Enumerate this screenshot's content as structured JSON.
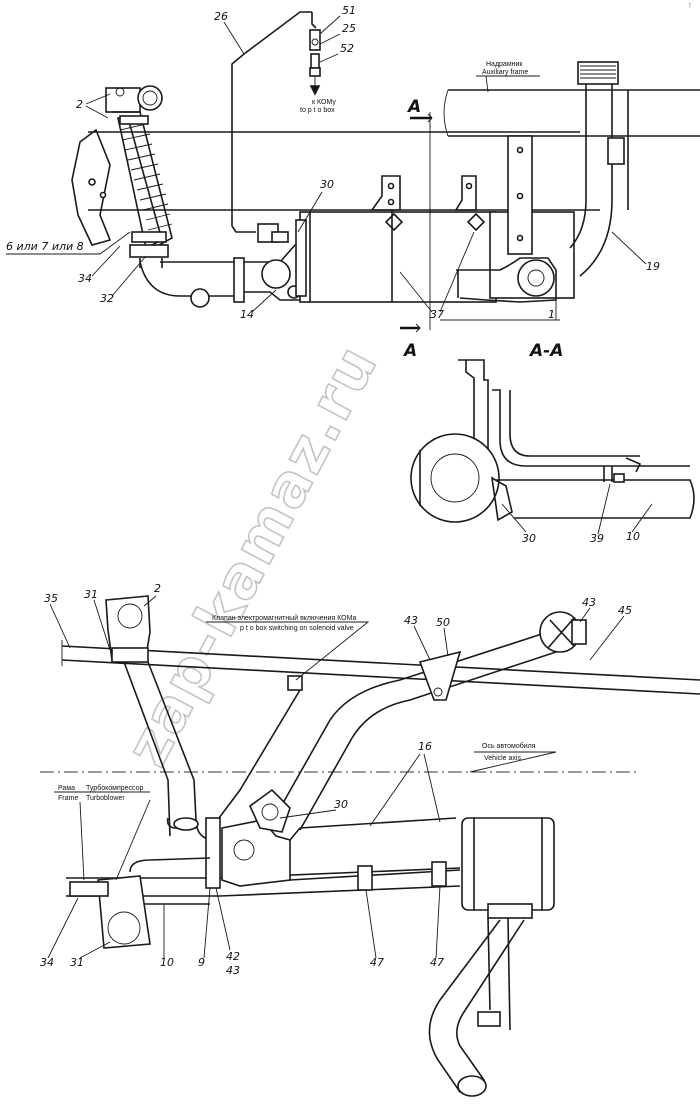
{
  "corner_mark": "7",
  "section_labels": {
    "cut_mark": "A",
    "section_view": "A-A"
  },
  "texts": {
    "aux_frame_ru": "Надрамник",
    "aux_frame_en": "Auxiliary frame",
    "pto_box_ru": "к КОМу",
    "pto_box_en": "to p t o box",
    "option_parts": "6 или 7 или 8",
    "valve_ru": "Клапан электромагнитный включения КОМа",
    "valve_en": "p t o  box switching on solenoid valve",
    "vehicle_axis_ru": "Ось автомобиля",
    "vehicle_axis_en": "Vehicle axis",
    "frame_ru": "Рама",
    "frame_en": "Frame",
    "turbo_ru": "Турбокомпрессор",
    "turbo_en": "Turboblower"
  },
  "callouts": {
    "top": [
      "26",
      "51",
      "25",
      "52",
      "2",
      "30",
      "34",
      "32",
      "14",
      "37",
      "1",
      "19"
    ],
    "section": [
      "30",
      "39",
      "10"
    ],
    "plan": [
      "35",
      "31",
      "2",
      "43",
      "50",
      "43",
      "45",
      "16",
      "30",
      "34",
      "31",
      "10",
      "9",
      "42",
      "43",
      "47",
      "47"
    ]
  },
  "watermark": "zap-kamaz.ru"
}
